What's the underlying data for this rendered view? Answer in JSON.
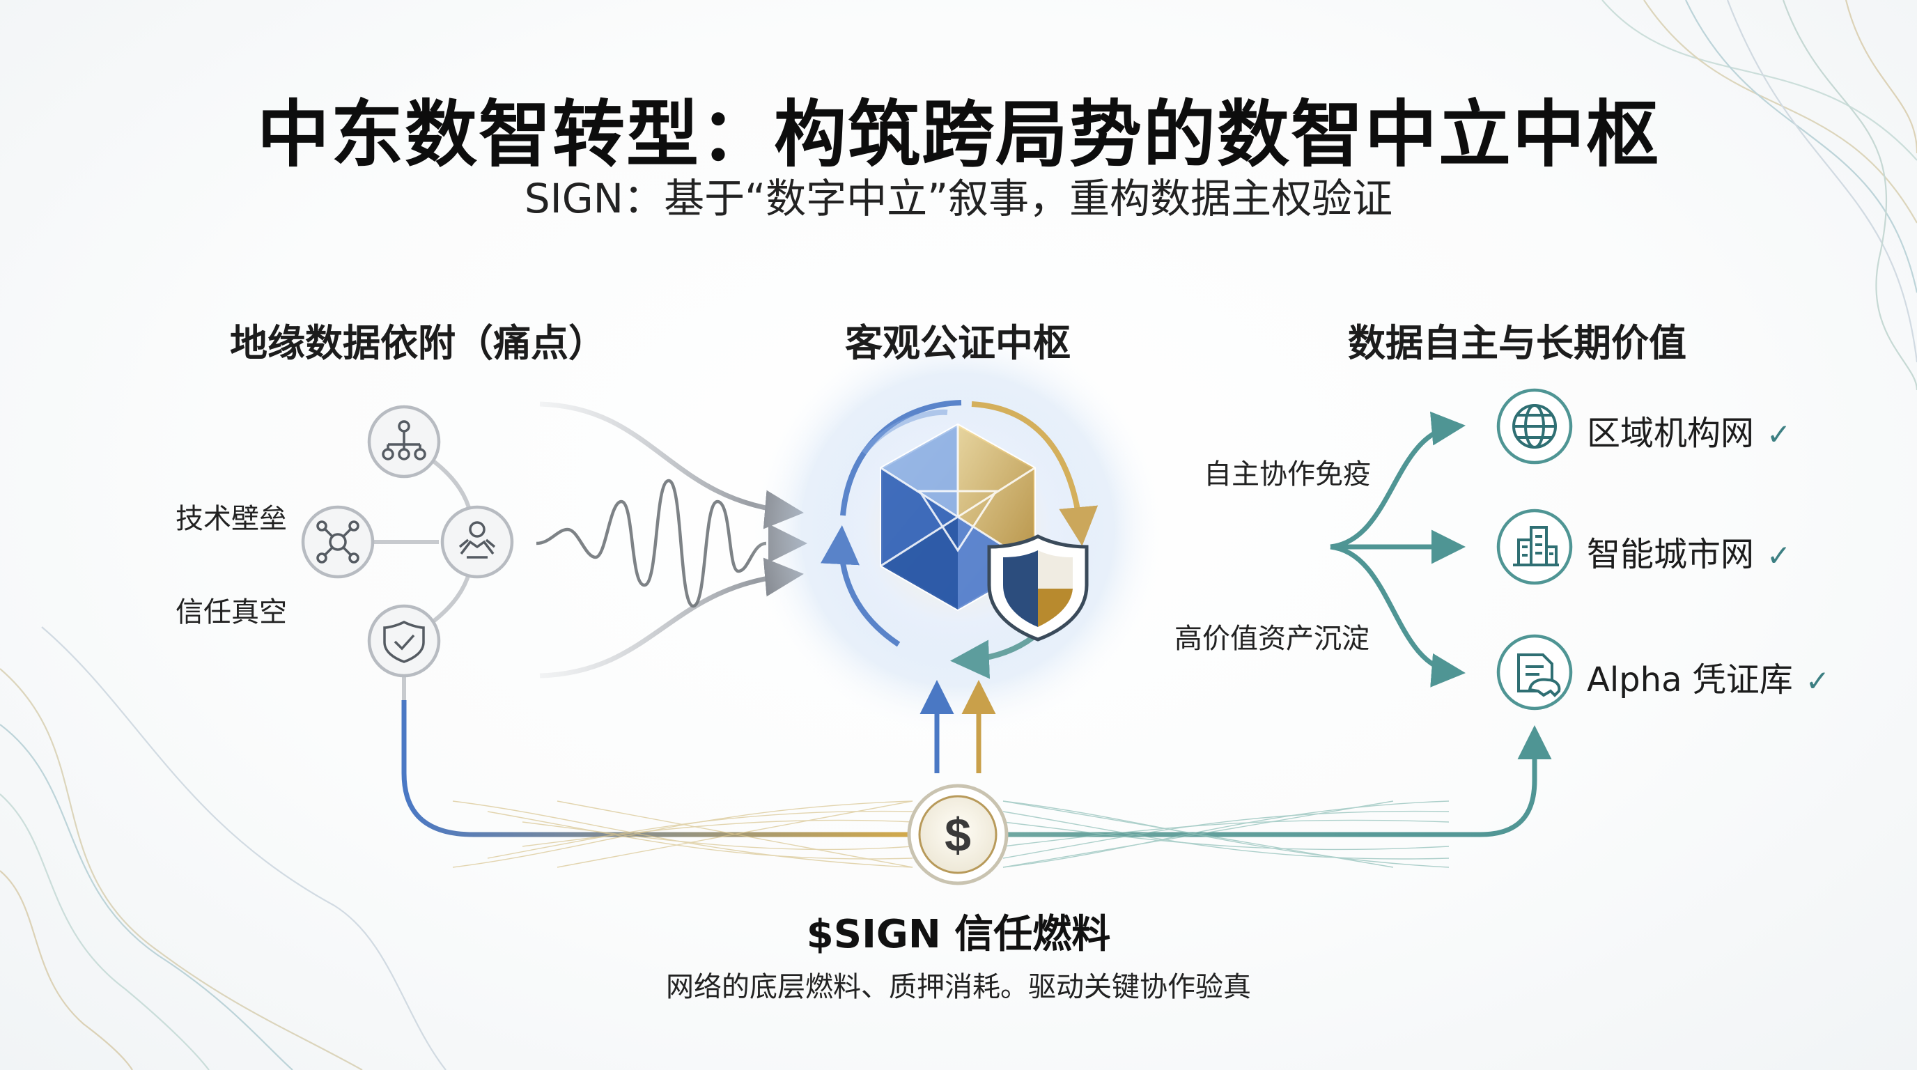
{
  "title": "中东数智转型：构筑跨局势的数智中立中枢",
  "subtitle": "SIGN：基于“数字中立”叙事，重构数据主权验证",
  "left": {
    "heading": "地缘数据依附（痛点）",
    "labels": [
      "技术壁垒",
      "信任真空"
    ],
    "icons": [
      "hierarchy-icon",
      "network-icon",
      "hands-icon",
      "shield-check-icon"
    ]
  },
  "center": {
    "heading": "客观公证中枢",
    "icons": [
      "crystal-icosahedron-icon",
      "shield-icon"
    ]
  },
  "middle_labels": {
    "top": "自主协作免疫",
    "bottom": "高价值资产沉淀"
  },
  "right": {
    "heading": "数据自主与长期价值",
    "items": [
      {
        "label": "区域机构网",
        "icon": "globe-icon",
        "check": "✓"
      },
      {
        "label": "智能城市网",
        "icon": "buildings-icon",
        "check": "✓"
      },
      {
        "label": "Alpha 凭证库",
        "icon": "document-bear-icon",
        "check": "✓"
      }
    ]
  },
  "fuel": {
    "icon": "dollar-coin-icon",
    "title": "$SIGN 信任燃料",
    "desc": "网络的底层燃料、质押消耗。驱动关键协作验真"
  },
  "colors": {
    "blue": "#4a78c4",
    "gold": "#d2a94a",
    "teal": "#4f9594",
    "gray": "#8a8f96",
    "check": "#3c7f82"
  }
}
